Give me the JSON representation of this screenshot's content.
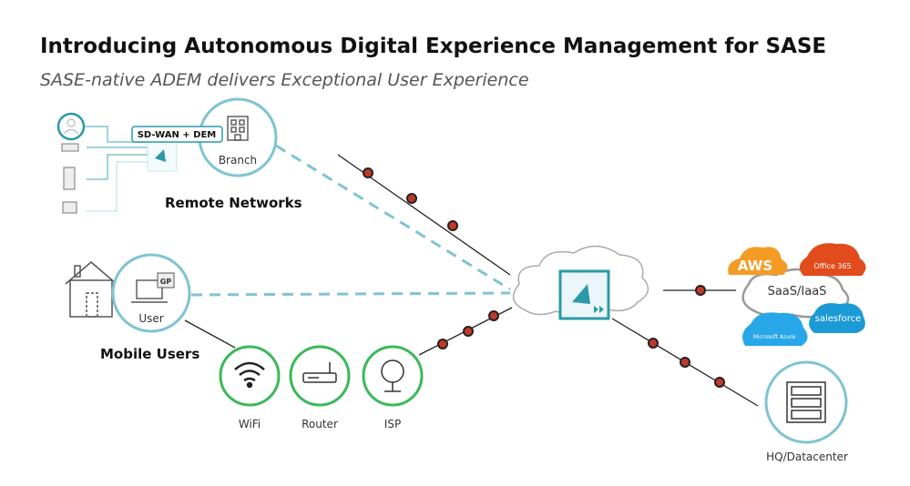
{
  "title": "Introducing Autonomous Digital Experience Management for SASE",
  "subtitle": "SASE-native ADEM delivers Exceptional User Experience",
  "remote": {
    "badge": "SD-WAN + DEM",
    "branch": "Branch",
    "section": "Remote Networks"
  },
  "mobile": {
    "user": "User",
    "gp": "GP",
    "section": "Mobile Users"
  },
  "path": {
    "wifi": "WiFi",
    "router": "Router",
    "isp": "ISP"
  },
  "saas": {
    "center": "SaaS/IaaS",
    "aws": "AWS",
    "office": "Office 365",
    "salesforce": "salesforce",
    "azure": "Microsoft Azure"
  },
  "hq": {
    "label": "HQ/Datacenter"
  },
  "colors": {
    "teal": "#7fc4d0",
    "green": "#3cb85a",
    "dot": "#c0392b"
  }
}
